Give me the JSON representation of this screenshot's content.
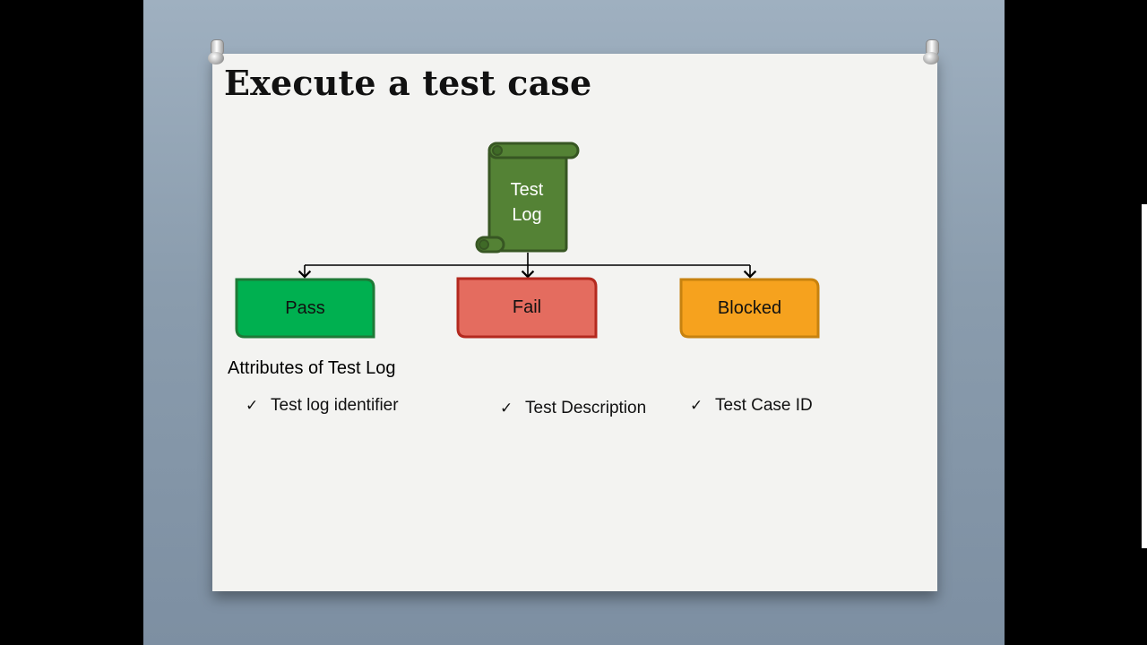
{
  "slide": {
    "title": "Execute a test case",
    "subheading": "Attributes of Test Log"
  },
  "diagram": {
    "root": {
      "line1": "Test",
      "line2": "Log",
      "shape": "scroll",
      "color": "#548235"
    },
    "children": [
      {
        "label": "Pass",
        "color": "#00b050"
      },
      {
        "label": "Fail",
        "color": "#e46c5f"
      },
      {
        "label": "Blocked",
        "color": "#f6a21e"
      }
    ]
  },
  "attributes": [
    {
      "check": "✓",
      "text": "Test log identifier"
    },
    {
      "check": "✓",
      "text": "Test Description"
    },
    {
      "check": "✓",
      "text": "Test Case ID"
    }
  ]
}
